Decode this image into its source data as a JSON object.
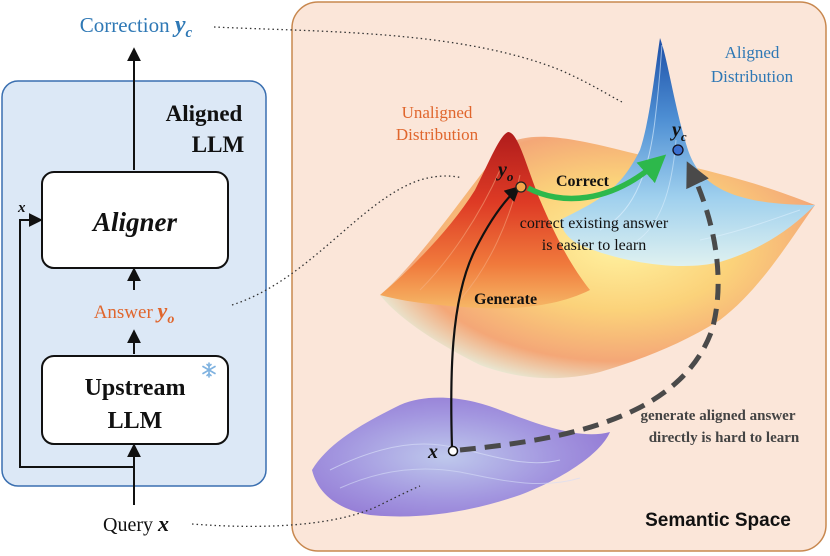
{
  "left_panel": {
    "title_line1": "Aligned",
    "title_line2": "LLM",
    "aligner_label": "Aligner",
    "upstream_line1": "Upstream",
    "upstream_line2": "LLM",
    "x_input_label": "x",
    "answer_prefix": "Answer ",
    "answer_var": "y",
    "answer_sub": "o",
    "correction_prefix": "Correction ",
    "correction_var": "y",
    "correction_sub": "c",
    "query_prefix": "Query ",
    "query_var": "x",
    "frozen_icon": "snowflake-icon"
  },
  "right_panel": {
    "unaligned_line1": "Unaligned",
    "unaligned_line2": "Distribution",
    "aligned_line1": "Aligned",
    "aligned_line2": "Distribution",
    "yo_var": "y",
    "yo_sub": "o",
    "yc_var": "y",
    "yc_sub": "c",
    "x_point": "x",
    "correct_label": "Correct",
    "correct_note_line1": "correct existing answer",
    "correct_note_line2": "is easier to learn",
    "generate_label": "Generate",
    "hard_note_line1": "generate aligned answer",
    "hard_note_line2": "directly is hard to learn",
    "space_label": "Semantic Space"
  },
  "colors": {
    "blue_text": "#2e78b5",
    "orange_text": "#e0662d",
    "left_panel_fill": "#dce8f6",
    "left_panel_stroke": "#3a6fb0",
    "right_panel_fill": "#fbe6d9",
    "right_panel_stroke": "#c8884f",
    "green_arrow": "#2db84b",
    "dashed_arrow": "#4a4a4a"
  }
}
